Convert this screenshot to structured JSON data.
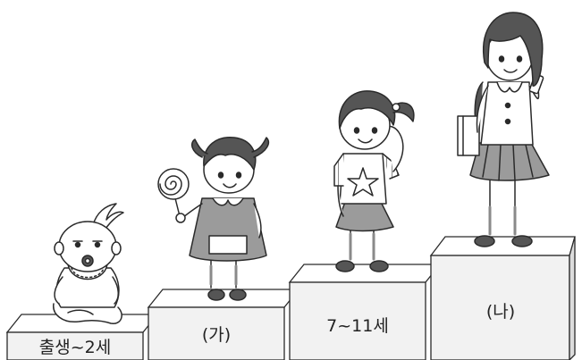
{
  "stages": [
    {
      "label": "출생~2세"
    },
    {
      "label": "(가)"
    },
    {
      "label": "7~11세"
    },
    {
      "label": "(나)"
    }
  ],
  "colors": {
    "step_face": "#f3f3f3",
    "step_top": "#ffffff",
    "step_side": "#dcdcdc",
    "outline": "#2a2a2a",
    "gray_fill": "#9b9b9b",
    "dark_fill": "#555555"
  }
}
